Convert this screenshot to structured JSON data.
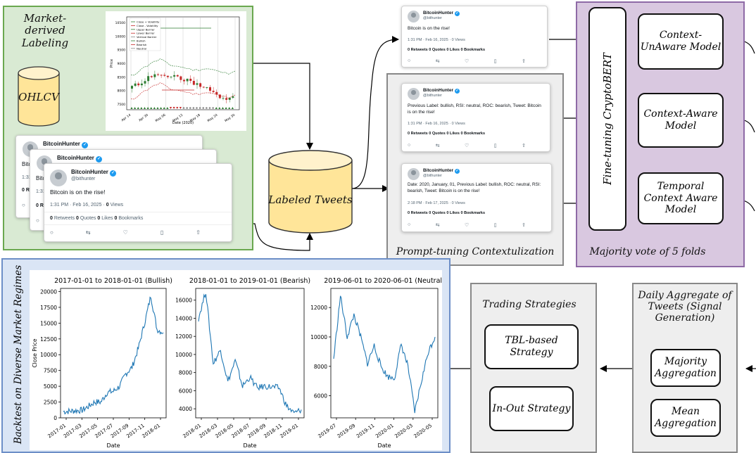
{
  "labeling": {
    "title": "Market-derived Labeling",
    "ohlcv": "OHLCV"
  },
  "candle_chart": {
    "legend": [
      "Close + Volatility",
      "Close - Volatility",
      "Upper Barrier",
      "Lower Barrier",
      "Vertical Barrier",
      "Bullish",
      "Bearish",
      "Neutral"
    ],
    "xlabel": "Date (2020)",
    "ylabel": "Price",
    "xticks": [
      "Apr 14",
      "Apr 30",
      "May 06",
      "May 12",
      "May 18",
      "May 24",
      "May 30"
    ],
    "yticks": [
      "7500",
      "8000",
      "8500",
      "9000",
      "9500",
      "10000",
      "10500"
    ]
  },
  "tweet_stack": {
    "name": "BitcoinHunter",
    "handle": "@bithunter",
    "text": "Bitcoin is on the rise!",
    "time": "1:31 PM · Feb 16, 2025 · ",
    "views": "0",
    "views_label": " Views",
    "stats": [
      "0",
      " Retweets ",
      "0",
      " Quotes ",
      "0",
      " Likes ",
      "0",
      " Bookmarks"
    ],
    "peek_text_1": "Bitc",
    "peek_text_2": "Bitc",
    "peek_time_1": "1:31",
    "peek_time_2": "1:31",
    "peek_stat_1": "0 R",
    "peek_stat_2": "0 R"
  },
  "labeled_tweets": "Labeled Tweets",
  "top_tweet": {
    "name": "BitcoinHunter",
    "handle": "@bithunter",
    "text": "Bitcoin is on the rise!",
    "time": "1:31 PM · Feb 16, 2025 · 0 Views",
    "stats": "0 Retweets  0 Quotes  0 Likes  0 Bookmarks"
  },
  "prompt_tuning": {
    "title": "Prompt-tuning Contextulization",
    "tweet1": {
      "name": "BitcoinHunter",
      "handle": "@bithunter",
      "text": "Previous Label: bullish, RSI: neutral, ROC: bearish, Tweet: Bitcoin is on the rise!",
      "time": "1:31 PM · Feb 16, 2025 · 0 Views",
      "stats": "0 Retweets  0 Quotes  0 Likes  0 Bookmarks"
    },
    "tweet2": {
      "name": "BitcoinHunter",
      "handle": "@bithunter",
      "text": "Date: 2020, January, 01, Previous Label: bullish, ROC: neutral, RSI: bearish, Tweet: Bitcoin is on the rise!",
      "time": "2:18 PM · Feb 17, 2025 · 0 Views",
      "stats": "0 Retweets  0 Quotes  0 Likes  0 Bookmarks"
    }
  },
  "finetune": {
    "vertical_label": "Fine-tuning CryptoBERT",
    "models": [
      "Context-UnAware Model",
      "Context-Aware Model",
      "Temporal Context Aware Model"
    ],
    "footer": "Majority vote of 5 folds"
  },
  "aggregate": {
    "title": "Daily Aggregate of Tweets (Signal Generation)",
    "majority": "Majority Aggregation",
    "mean": "Mean Aggregation"
  },
  "trading": {
    "title": "Trading Strategies",
    "tbl": "TBL-based Strategy",
    "inout": "In-Out Strategy"
  },
  "backtest": {
    "vertical_label": "Backtest on Diverse Market Regimes",
    "ylabel": "Close Price",
    "xlabel": "Date"
  },
  "chart_data": [
    {
      "type": "line",
      "title": "2017-01-01 to 2018-01-01 (Bullish)",
      "xlabel": "Date",
      "ylabel": "Close Price",
      "x_ticks": [
        "2017-01",
        "2017-03",
        "2017-05",
        "2017-07",
        "2017-09",
        "2017-11",
        "2018-01"
      ],
      "y_ticks": [
        0,
        2500,
        5000,
        7500,
        10000,
        12500,
        15000,
        17500,
        20000
      ],
      "ylim": [
        0,
        20500
      ],
      "x": [
        "2017-01",
        "2017-02",
        "2017-03",
        "2017-04",
        "2017-05",
        "2017-06",
        "2017-07",
        "2017-08",
        "2017-09",
        "2017-10",
        "2017-11",
        "2017-11-15",
        "2017-12",
        "2017-12-10",
        "2017-12-17",
        "2017-12-24",
        "2018-01"
      ],
      "values": [
        1000,
        1050,
        1150,
        1200,
        1800,
        2500,
        2500,
        4000,
        4200,
        5000,
        7000,
        8000,
        11000,
        15000,
        19300,
        14000,
        13500
      ]
    },
    {
      "type": "line",
      "title": "2018-01-01 to 2019-01-01 (Bearish)",
      "xlabel": "Date",
      "x_ticks": [
        "2018-01",
        "2018-03",
        "2018-05",
        "2018-07",
        "2018-09",
        "2018-11",
        "2019-01"
      ],
      "y_ticks": [
        4000,
        6000,
        8000,
        10000,
        12000,
        14000,
        16000
      ],
      "ylim": [
        3000,
        17300
      ],
      "x": [
        "2018-01",
        "2018-01-15",
        "2018-02",
        "2018-03",
        "2018-04",
        "2018-05",
        "2018-06",
        "2018-07",
        "2018-08",
        "2018-09",
        "2018-10",
        "2018-11",
        "2018-11-20",
        "2018-12",
        "2019-01"
      ],
      "values": [
        14000,
        17000,
        9000,
        10500,
        7000,
        9300,
        6500,
        7500,
        6300,
        6500,
        6400,
        6300,
        4300,
        3500,
        3900
      ]
    },
    {
      "type": "line",
      "title": "2019-06-01 to 2020-06-01 (Neutral)",
      "xlabel": "Date",
      "x_ticks": [
        "2019-07",
        "2019-09",
        "2019-11",
        "2020-01",
        "2020-03",
        "2020-05"
      ],
      "y_ticks": [
        6000,
        8000,
        10000,
        12000
      ],
      "ylim": [
        4500,
        13300
      ],
      "x": [
        "2019-06",
        "2019-06-20",
        "2019-07",
        "2019-08",
        "2019-09",
        "2019-10",
        "2019-10-25",
        "2019-11",
        "2019-12",
        "2020-01",
        "2020-02",
        "2020-03",
        "2020-03-12",
        "2020-04",
        "2020-05",
        "2020-06"
      ],
      "values": [
        8500,
        12800,
        10000,
        11500,
        10000,
        8200,
        9400,
        8000,
        7300,
        7200,
        9500,
        8000,
        4900,
        7000,
        9000,
        10000
      ]
    }
  ]
}
